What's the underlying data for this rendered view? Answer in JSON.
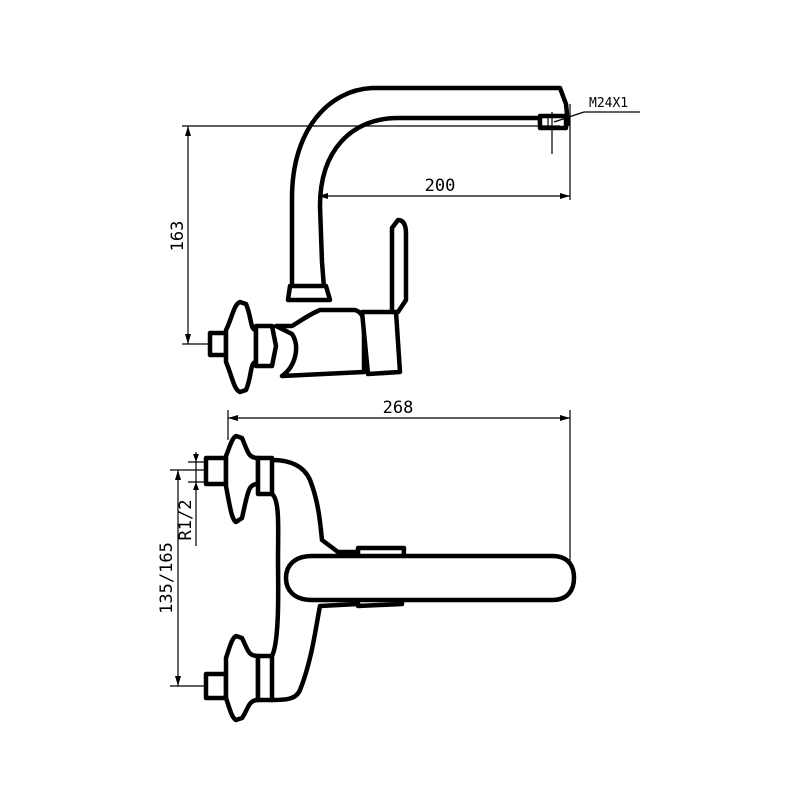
{
  "dimensions": {
    "thread_spec": "M24X1",
    "spout_reach": "200",
    "spout_height": "163",
    "overall_length": "268",
    "inlet_thread": "R1/2",
    "centre_distance": "135/165"
  }
}
